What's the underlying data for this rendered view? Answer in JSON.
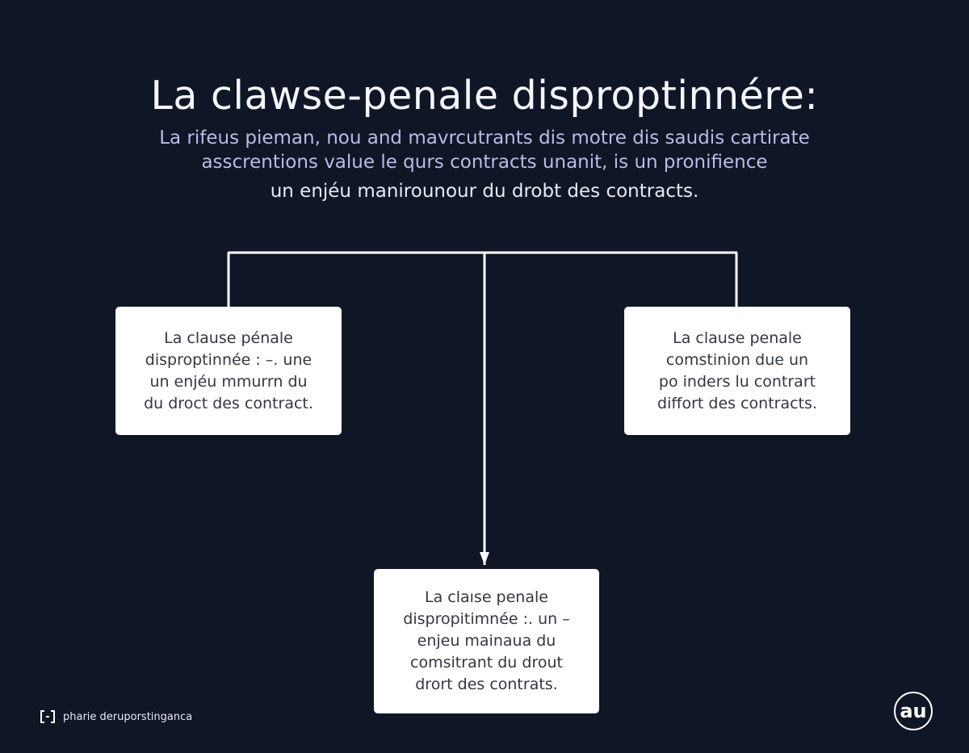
{
  "title": "La clawse-penale disproptinnére:",
  "subtitle": [
    "La rifeus pieman, nou and mavrcutrants dis motre dis saudis cartirate",
    "asscrentions value le qurs contracts unanit, is un pronifience",
    "un enjéu manirounour du drobt des contracts."
  ],
  "nodes": {
    "left": [
      "La clause pénale",
      "disproptinnée : –. une",
      "un enjéu mmurrn du",
      "du droct des contract."
    ],
    "right": [
      "La clause penale",
      "comstinion due un",
      "po inders lu contrart",
      "diffort des contracts."
    ],
    "bottom": [
      "La claıse penale",
      "dispropitimnée :. un –",
      "enjeu mainaua du",
      "comsitrant du drout",
      "drort des contrats."
    ]
  },
  "footer": {
    "icon": "bracket-link-icon",
    "text": "pharie deruporstinganca"
  },
  "logo": {
    "text": "au"
  },
  "colors": {
    "background": "#0f1626",
    "connector": "#ffffff",
    "box": "#ffffff",
    "box_text": "#33373f",
    "subtitle": "#b7bde8"
  }
}
